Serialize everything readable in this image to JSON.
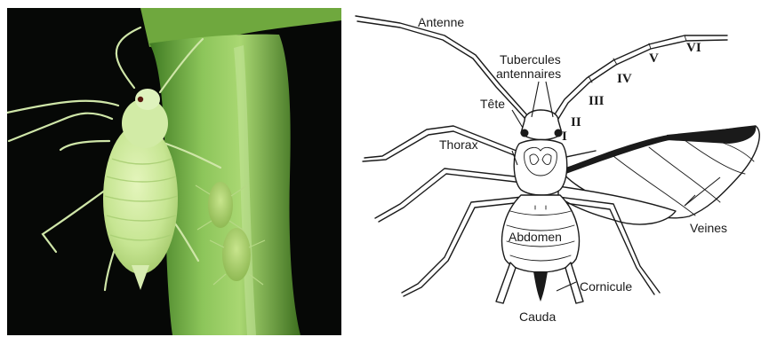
{
  "photo": {
    "subject_icon": "aphid-photo",
    "colors": {
      "background": "#060806",
      "stem": "#7fb54a",
      "aphid": "#c8e79a"
    }
  },
  "diagram": {
    "labels": {
      "antenne": "Antenne",
      "tubercules_line1": "Tubercules",
      "tubercules_line2": "antennaires",
      "tete": "Tête",
      "thorax": "Thorax",
      "abdomen": "Abdomen",
      "cornicule": "Cornicule",
      "cauda": "Cauda",
      "veines": "Veines"
    },
    "antenna_segments": [
      "I",
      "II",
      "III",
      "IV",
      "V",
      "VI"
    ]
  }
}
